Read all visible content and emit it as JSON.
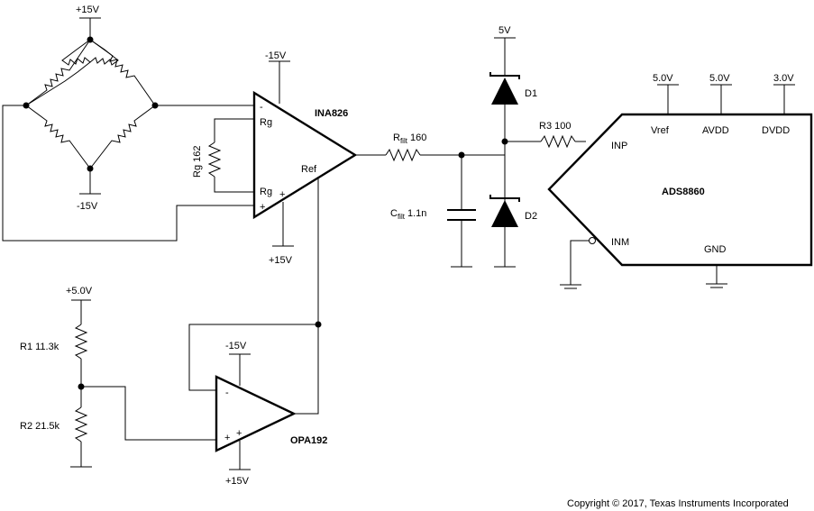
{
  "bridge": {
    "supply_top": "+15V",
    "supply_bottom": "-15V"
  },
  "ina": {
    "name": "INA826",
    "supply_top": "-15V",
    "supply_bottom": "+15V",
    "pin_minus": "-",
    "pin_plus": "+",
    "pin_rg_top": "Rg",
    "pin_rg_bottom": "Rg",
    "pin_ref": "Ref",
    "pin_plus_inner": "+",
    "rg_label": "Rg 162"
  },
  "filter": {
    "r_main": "R",
    "r_sub": "filt",
    "r_value": "160",
    "c_main": "C",
    "c_sub": "filt",
    "c_value": "1.1n"
  },
  "clamp": {
    "supply": "5V",
    "d1": "D1",
    "d2": "D2",
    "r3": "R3 100"
  },
  "adc": {
    "name": "ADS8860",
    "inp": "INP",
    "inm": "INM",
    "gnd": "GND",
    "vref": "Vref",
    "avdd": "AVDD",
    "dvdd": "DVDD",
    "vref_supply": "5.0V",
    "avdd_supply": "5.0V",
    "dvdd_supply": "3.0V"
  },
  "divider": {
    "supply": "+5.0V",
    "r1": "R1 11.3k",
    "r2": "R2 21.5k"
  },
  "opa": {
    "name": "OPA192",
    "supply_top": "-15V",
    "supply_bottom": "+15V",
    "pin_minus": "-",
    "pin_plus": "+",
    "pin_plus_inner": "+"
  },
  "copyright": "Copyright © 2017, Texas Instruments Incorporated"
}
